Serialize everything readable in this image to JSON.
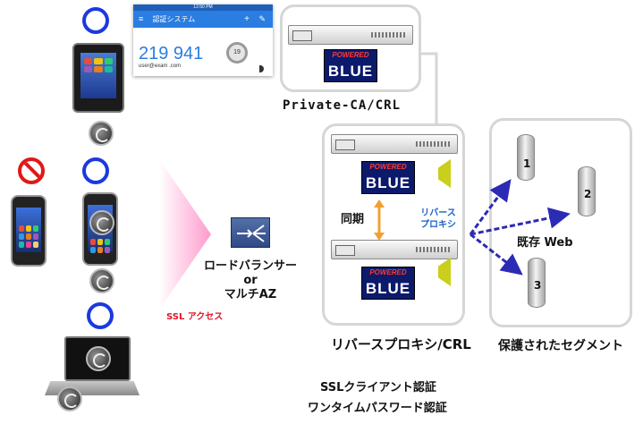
{
  "otp_app": {
    "status_time": "12:50 PM",
    "app_title": "認証システム",
    "code": "219 941",
    "user": "user@exam .com",
    "timer": "19",
    "add_icon": "plus-icon",
    "edit_icon": "pencil-icon",
    "menu_icon": "hamburger-icon"
  },
  "private_ca": {
    "label": "Private-CA/CRL"
  },
  "logo": {
    "line1": "POWERED",
    "line2": "BLUE"
  },
  "reverse_proxy": {
    "sync_label": "同期",
    "role_label": "リバース\nプロキシ",
    "caption": "リバースプロキシ/CRL"
  },
  "load_balancer": {
    "line1": "ロードバランサー",
    "line2": "or",
    "line3": "マルチAZ"
  },
  "ssl_access": {
    "label": "SSL アクセス"
  },
  "protected": {
    "existing_web": "既存 Web",
    "servers": [
      "1",
      "2",
      "3"
    ],
    "caption": "保護されたセグメント"
  },
  "auth": {
    "line1": "SSLクライアント認証",
    "line2": "ワンタイムパスワード認証"
  },
  "colors": {
    "ok_circle": "#1a39e0",
    "blocked": "#e01818",
    "arrow": "#2b2bb5",
    "sync_arrow": "#f0a030",
    "ssl_text": "#e0142a",
    "proxy_text": "#1a60c8"
  }
}
